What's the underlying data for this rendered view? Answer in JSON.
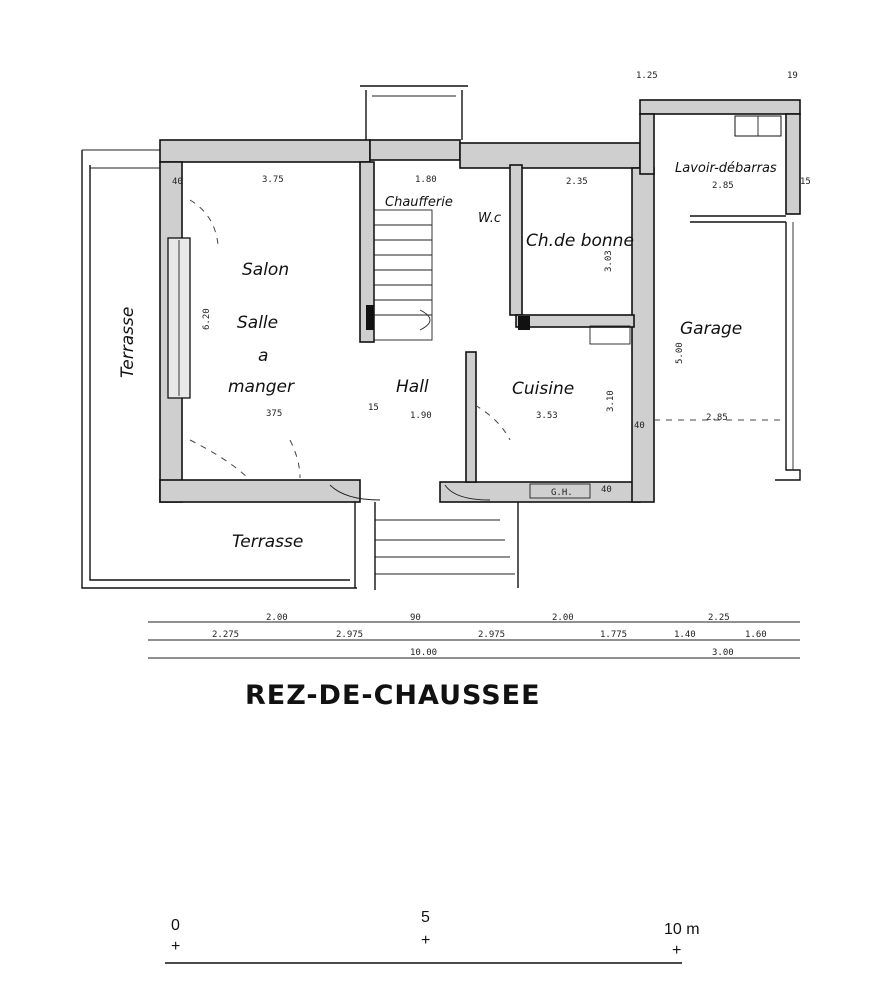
{
  "plan": {
    "title": "REZ-DE-CHAUSSEE",
    "rooms": {
      "terrasse_west": "Terrasse",
      "terrasse_south": "Terrasse",
      "salon": "Salon",
      "salle": "Salle",
      "a": "a",
      "manger": "manger",
      "hall": "Hall",
      "chaufferie": "Chaufferie",
      "wc": "W.c",
      "ch_bonne": "Ch.de bonne",
      "cuisine": "Cuisine",
      "garage": "Garage",
      "lavoir": "Lavoir-débarras",
      "gh": "G.H."
    },
    "dimensions": {
      "d_375_top": "3.75",
      "d_180": "1.80",
      "d_235": "2.35",
      "d_285_top": "2.85",
      "d_375_mid": "375",
      "d_190": "1.90",
      "d_353": "3.53",
      "d_285_bot": "2.85",
      "d_620": "6.20",
      "d_303": "3.03",
      "d_310": "3.10",
      "d_500": "5.00",
      "d_15": "15",
      "d_15b": "15",
      "d_40a": "40",
      "d_40b": "40",
      "d_40c": "40",
      "d_125": "1.25",
      "d_19": "19",
      "b_200a": "2.00",
      "b_90": "90",
      "b_200b": "2.00",
      "b_225": "2.25",
      "b_2275": "2.275",
      "b_2975a": "2.975",
      "b_2975b": "2.975",
      "b_1775": "1.775",
      "b_140": "1.40",
      "b_160": "1.60",
      "b_1000": "10.00",
      "b_300": "3.00"
    },
    "scale": {
      "zero": "0",
      "five": "5",
      "ten": "10 m"
    }
  }
}
